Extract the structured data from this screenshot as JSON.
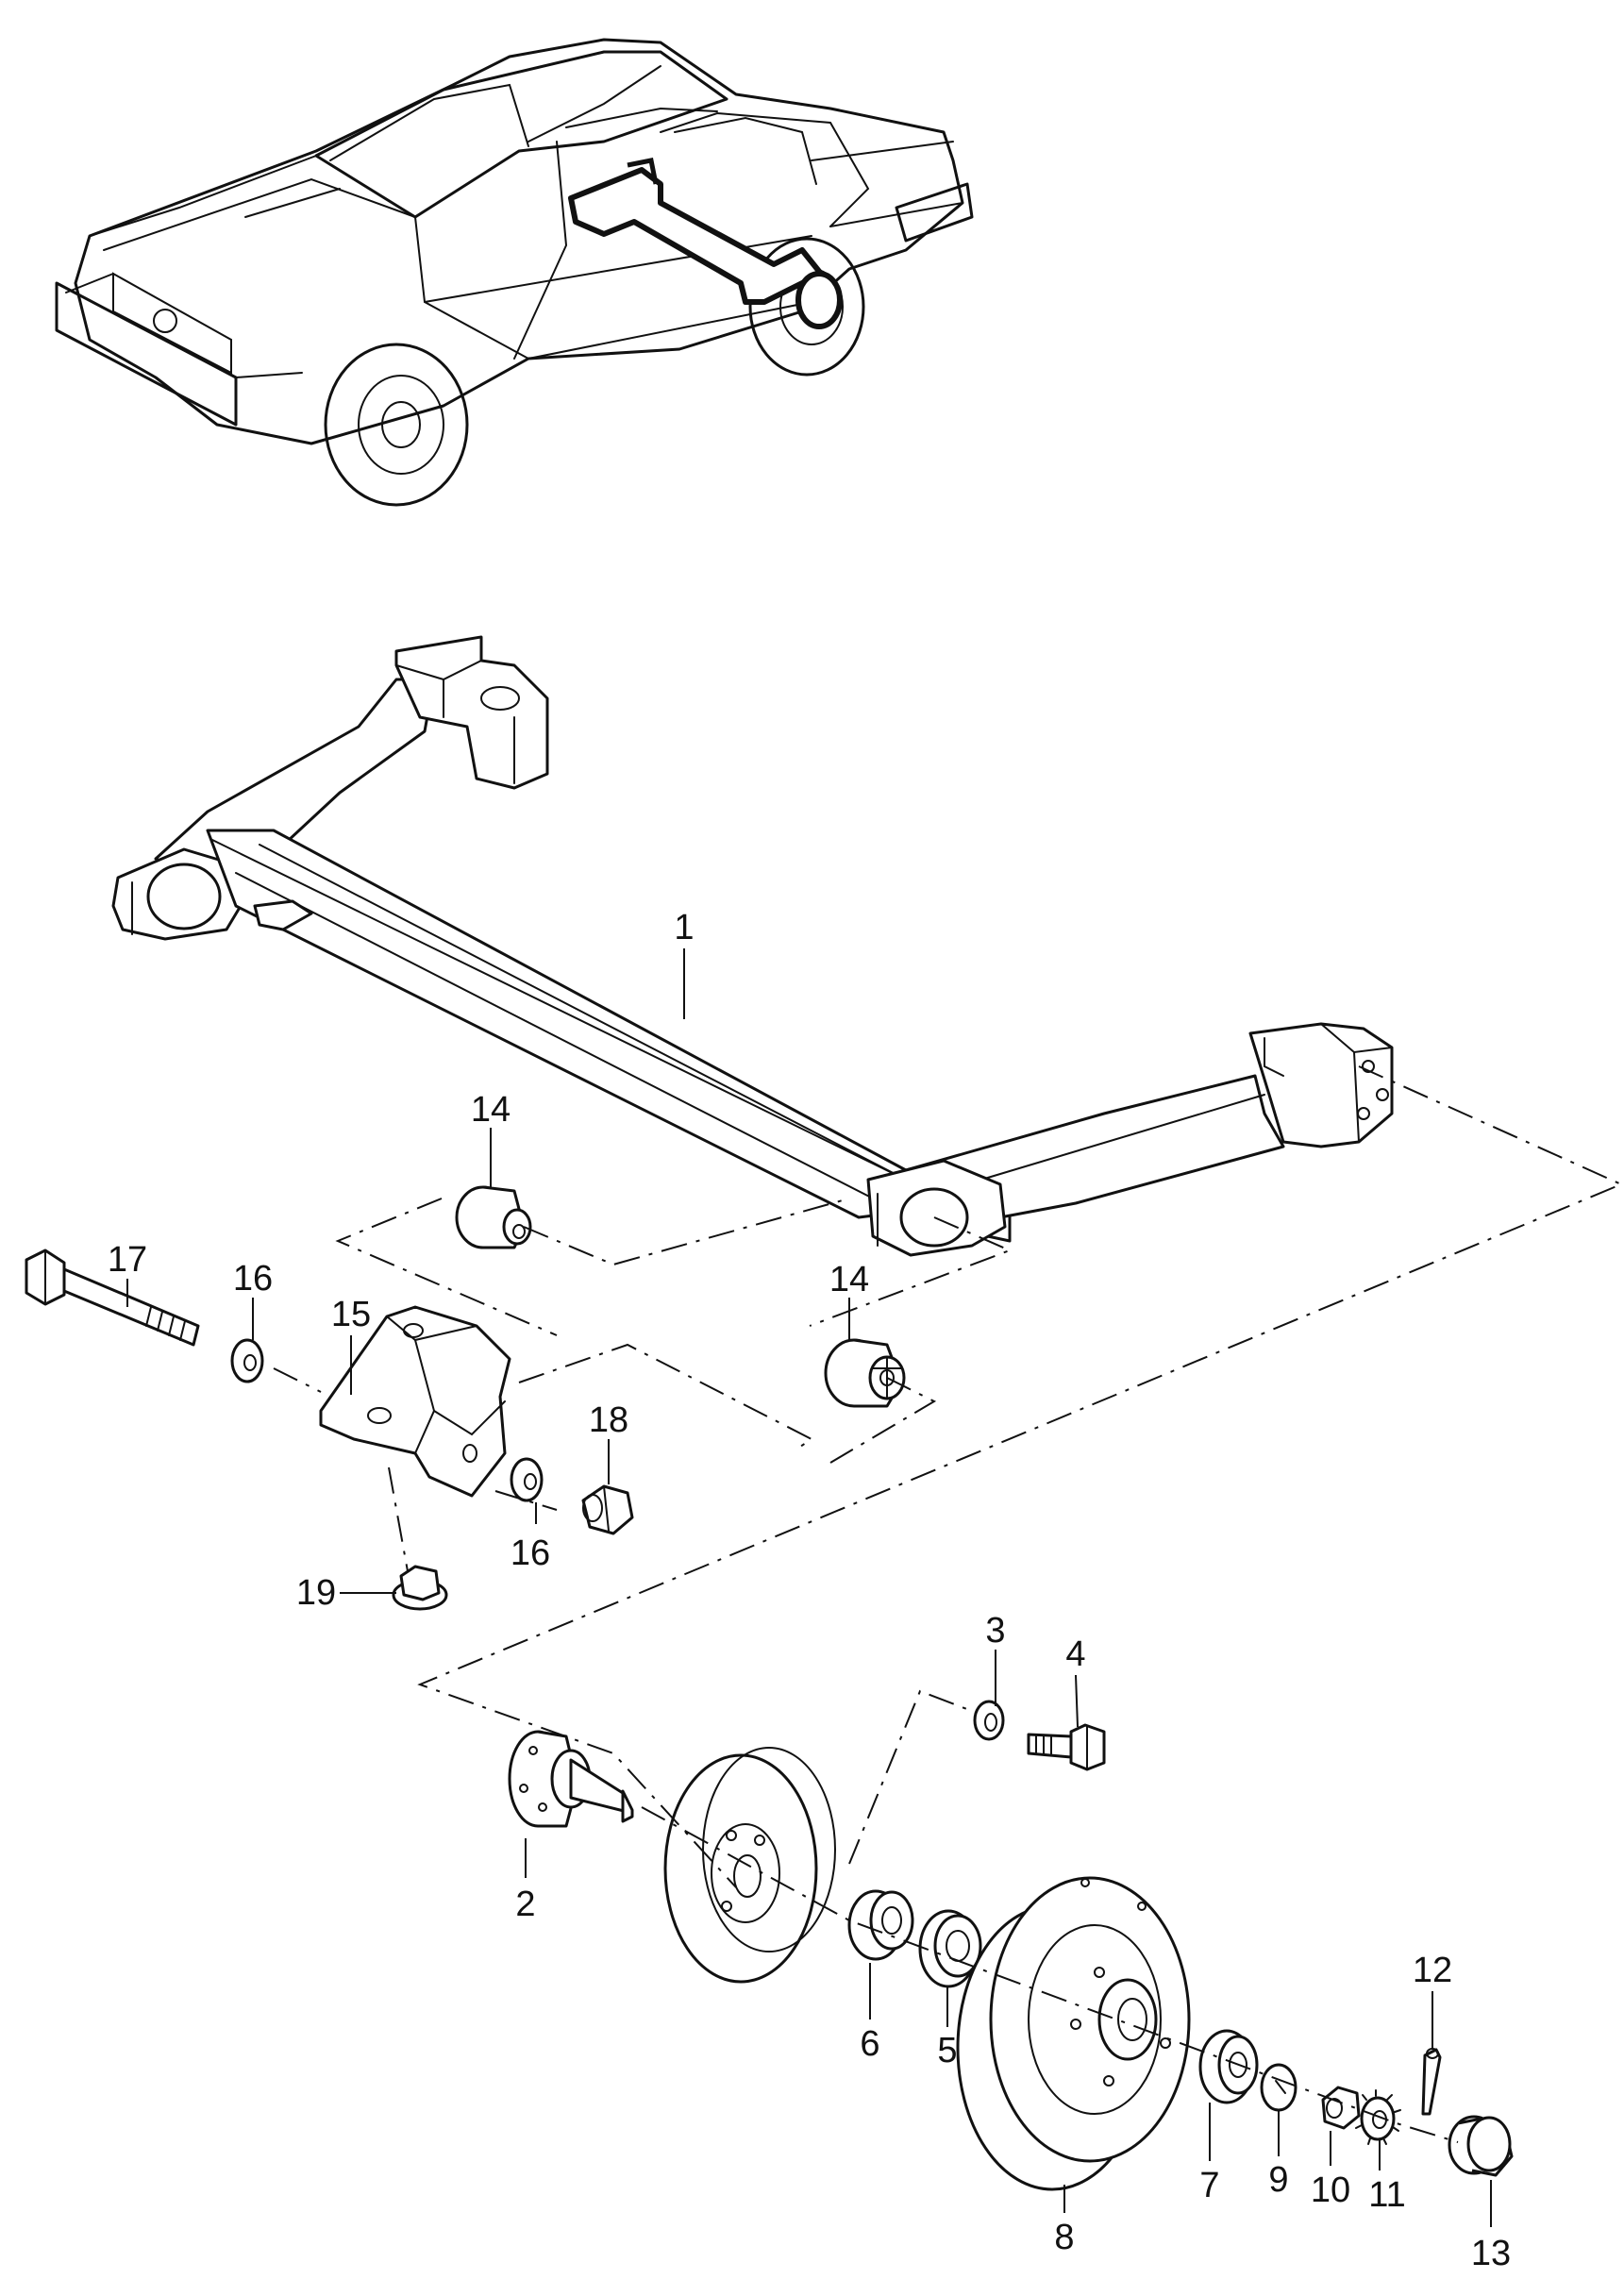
{
  "callouts": [
    "1",
    "2",
    "3",
    "4",
    "5",
    "6",
    "7",
    "8",
    "9",
    "10",
    "11",
    "12",
    "13",
    "14",
    "14",
    "15",
    "16",
    "16",
    "17",
    "18",
    "19"
  ]
}
